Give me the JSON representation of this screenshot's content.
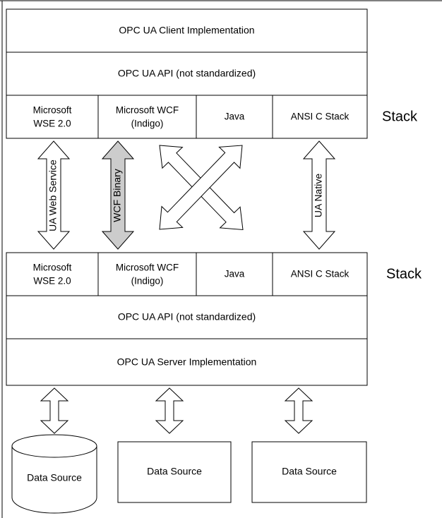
{
  "top_stack": {
    "client_impl": "OPC UA Client Implementation",
    "api": "OPC UA API (not standardized)",
    "cells": [
      {
        "line1": "Microsoft",
        "line2": "WSE 2.0"
      },
      {
        "line1": "Microsoft WCF",
        "line2": "(Indigo)"
      },
      {
        "line1": "Java",
        "line2": ""
      },
      {
        "line1": "ANSI C Stack",
        "line2": ""
      }
    ],
    "side_label": "Stack"
  },
  "transports": {
    "web_service": "UA Web Service",
    "wcf_binary": "WCF Binary",
    "native": "UA Native"
  },
  "bottom_stack": {
    "cells": [
      {
        "line1": "Microsoft",
        "line2": "WSE 2.0"
      },
      {
        "line1": "Microsoft WCF",
        "line2": "(Indigo)"
      },
      {
        "line1": "Java",
        "line2": ""
      },
      {
        "line1": "ANSI C Stack",
        "line2": ""
      }
    ],
    "api": "OPC UA API (not standardized)",
    "server_impl": "OPC UA Server Implementation",
    "side_label": "Stack"
  },
  "data_sources": [
    {
      "label": "Data Source",
      "shape": "cylinder"
    },
    {
      "label": "Data Source",
      "shape": "rectangle"
    },
    {
      "label": "Data Source",
      "shape": "rectangle"
    }
  ],
  "colors": {
    "wcf_binary_arrow_fill": "#cccccc",
    "arrow_fill": "#ffffff",
    "line": "#000000"
  }
}
